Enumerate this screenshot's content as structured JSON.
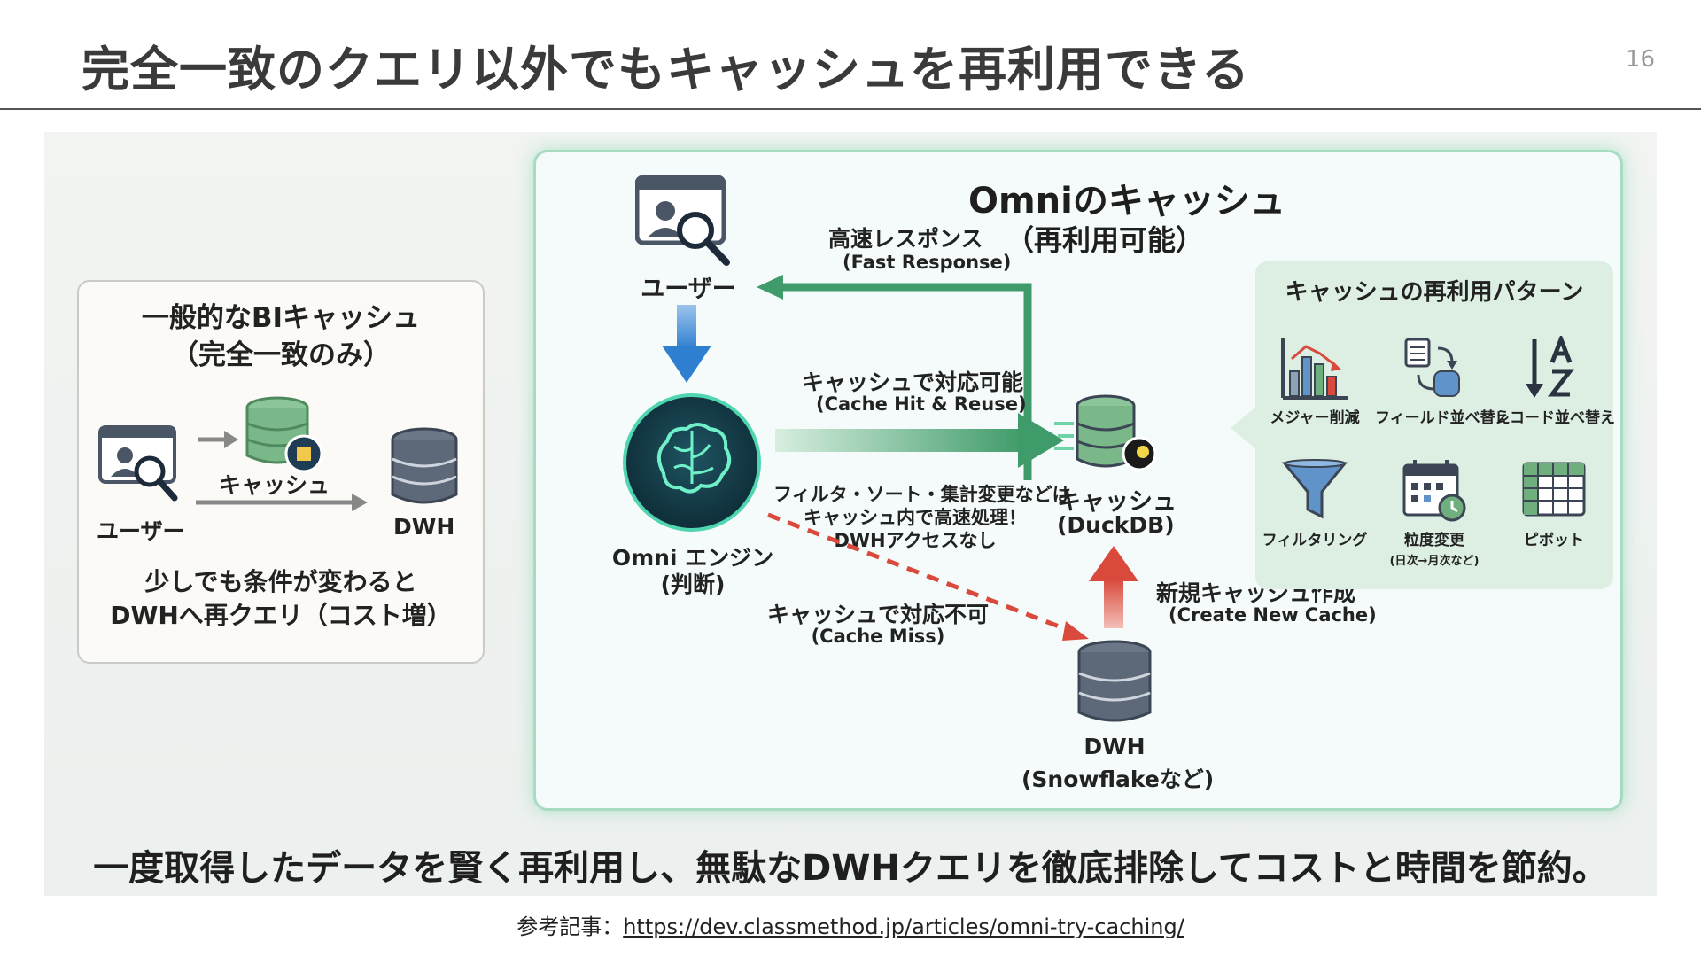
{
  "slide": {
    "title": "完全一致のクエリ以外でもキャッシュを再利用できる",
    "page_number": "16"
  },
  "left_panel": {
    "title_line1": "一般的なBIキャッシュ",
    "title_line2": "（完全一致のみ）",
    "cache_label": "キャッシュ",
    "user_label": "ユーザー",
    "dwh_label": "DWH",
    "note_line1": "少しでも条件が変わると",
    "note_line2": "DWHへ再クエリ（コスト増）"
  },
  "right_panel": {
    "title": "Omniのキャッシュ",
    "subtitle": "（再利用可能）",
    "user_label": "ユーザー",
    "fast_response": "高速レスポンス",
    "fast_response_en": "(Fast Response)",
    "cache_hit": "キャッシュで対応可能",
    "cache_hit_en": "(Cache Hit & Reuse)",
    "cache_note_line1": "フィルタ・ソート・集計変更などは",
    "cache_note_line2": "キャッシュ内で高速処理！",
    "cache_note_line3": "DWHアクセスなし",
    "engine_label": "Omni エンジン",
    "engine_sub": "(判断)",
    "cache_label": "キャッシュ",
    "cache_sub": "(DuckDB)",
    "cache_miss": "キャッシュで対応不可",
    "cache_miss_en": "(Cache Miss)",
    "new_cache": "新規キャッシュ作成",
    "new_cache_en": "(Create New Cache)",
    "dwh_label": "DWH",
    "dwh_sub": "(Snowflakeなど)"
  },
  "patterns": {
    "title": "キャッシュの再利用パターン",
    "items": [
      {
        "label": "メジャー削減",
        "icon": "bar-chart-icon"
      },
      {
        "label": "フィールド並べ替え",
        "icon": "reorder-icon"
      },
      {
        "label": "レコード並べ替え",
        "icon": "sort-az-icon"
      },
      {
        "label": "フィルタリング",
        "icon": "funnel-icon"
      },
      {
        "label": "粒度変更",
        "sub": "(日次→月次など)",
        "icon": "calendar-icon"
      },
      {
        "label": "ピボット",
        "icon": "pivot-table-icon"
      }
    ]
  },
  "banner": "一度取得したデータを賢く再利用し、無駄なDWHクエリを徹底排除してコストと時間を節約。",
  "reference": {
    "prefix": "参考記事：",
    "url": "https://dev.classmethod.jp/articles/omni-try-caching/"
  },
  "colors": {
    "green": "#3f9b6a",
    "blue": "#2f7fd1",
    "red": "#d94a3c",
    "db_gray": "#5f6b7a",
    "db_green": "#6fae7d"
  }
}
